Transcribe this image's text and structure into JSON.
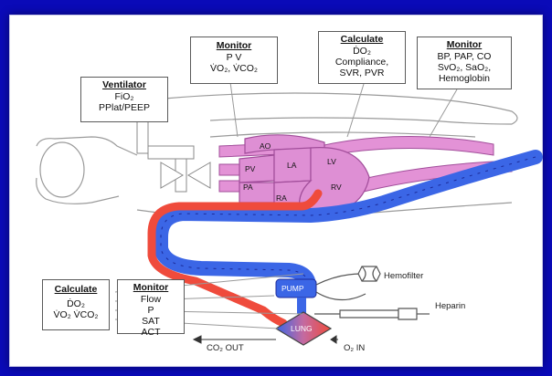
{
  "boxes": {
    "ventilator": {
      "title": "Ventilator",
      "lines": [
        "FiO₂",
        "PPlat/PEEP"
      ]
    },
    "monitor_top_left": {
      "title": "Monitor",
      "lines": [
        "P   V",
        "V̇O₂,  V̇CO₂"
      ]
    },
    "calculate_top": {
      "title": "Calculate",
      "lines": [
        "ḊO₂",
        "Compliance,",
        "SVR, PVR"
      ]
    },
    "monitor_top_right": {
      "title": "Monitor",
      "lines": [
        "BP,  PAP,  CO",
        "SvO₂,  SaO₂,",
        "Hemoglobin"
      ]
    },
    "calculate_bottom": {
      "title": "Calculate",
      "lines": [
        "ḊO₂",
        "V̇O₂ V̇CO₂"
      ]
    },
    "monitor_bottom": {
      "title": "Monitor",
      "lines": [
        "Flow",
        "P",
        "SAT",
        "ACT"
      ]
    }
  },
  "heart_labels": {
    "ao": "AO",
    "pv": "PV",
    "la": "LA",
    "lv": "LV",
    "pa": "PA",
    "ra": "RA",
    "rv": "RV"
  },
  "circuit_labels": {
    "pump": "PUMP",
    "lung": "LUNG",
    "hemofilter": "Hemofilter",
    "heparin": "Heparin",
    "co2_out": "CO₂ OUT",
    "o2_in": "O₂ IN"
  },
  "colors": {
    "background": "#0a0ab8",
    "arterial": "#ef4b3c",
    "venous": "#3b66e6",
    "heart": "#de8fd4",
    "heart_outline": "#a14d9a",
    "pulmonary": "#e392d6"
  }
}
